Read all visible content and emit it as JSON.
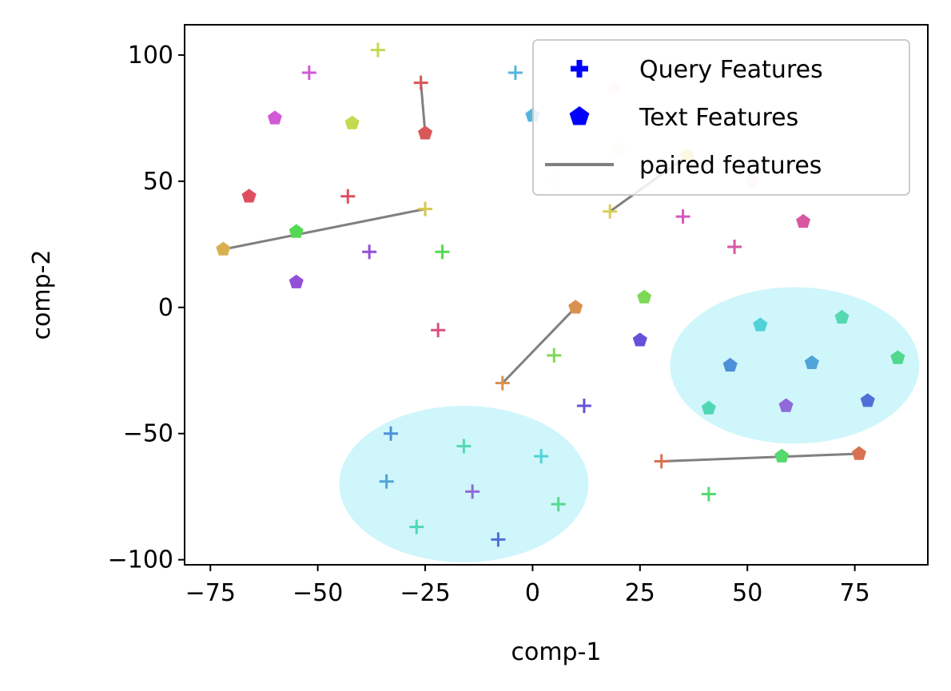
{
  "chart_data": {
    "type": "scatter",
    "xlabel": "comp-1",
    "ylabel": "comp-2",
    "xlim": [
      -81,
      92
    ],
    "ylim": [
      -102,
      112
    ],
    "xticks": [
      -75,
      -50,
      -25,
      0,
      25,
      50,
      75
    ],
    "yticks": [
      -100,
      -50,
      0,
      50,
      100
    ],
    "xtick_labels": [
      "−75",
      "−50",
      "−25",
      "0",
      "25",
      "50",
      "75"
    ],
    "ytick_labels": [
      "−100",
      "−50",
      "0",
      "50",
      "100"
    ],
    "grid": false,
    "legend_position": "top-right",
    "legend": [
      {
        "label": "Query Features",
        "marker": "plus",
        "color": "#0000ff"
      },
      {
        "label": "Text Features",
        "marker": "pentagon",
        "color": "#0000ff"
      },
      {
        "label": "paired features",
        "marker": "line",
        "color": "#808080"
      }
    ],
    "query_features": [
      {
        "x": -36,
        "y": 102,
        "color": "#c4d94f"
      },
      {
        "x": -52,
        "y": 93,
        "color": "#d159d6"
      },
      {
        "x": -26,
        "y": 89,
        "color": "#d85757"
      },
      {
        "x": -4,
        "y": 93,
        "color": "#55b6dd"
      },
      {
        "x": -43,
        "y": 44,
        "color": "#dd4f5e"
      },
      {
        "x": -25,
        "y": 39,
        "color": "#d8c64f"
      },
      {
        "x": -38,
        "y": 22,
        "color": "#9250d8"
      },
      {
        "x": -21,
        "y": 22,
        "color": "#55d954"
      },
      {
        "x": -22,
        "y": -9,
        "color": "#dc4f7b"
      },
      {
        "x": 5,
        "y": 50,
        "color": "#e9f7dd"
      },
      {
        "x": 18,
        "y": 38,
        "color": "#d8cd55"
      },
      {
        "x": 35,
        "y": 36,
        "color": "#d957c0"
      },
      {
        "x": 47,
        "y": 24,
        "color": "#d957a2"
      },
      {
        "x": 5,
        "y": -19,
        "color": "#7dd955"
      },
      {
        "x": -7,
        "y": -30,
        "color": "#d9914f"
      },
      {
        "x": 12,
        "y": -39,
        "color": "#6950d8"
      },
      {
        "x": 30,
        "y": -61,
        "color": "#d97150"
      },
      {
        "x": 41,
        "y": -74,
        "color": "#55d96f"
      },
      {
        "x": -33,
        "y": -50,
        "color": "#4f8ed8"
      },
      {
        "x": -34,
        "y": -69,
        "color": "#50a4d8"
      },
      {
        "x": -16,
        "y": -55,
        "color": "#55d9b0"
      },
      {
        "x": 2,
        "y": -59,
        "color": "#50d3d8"
      },
      {
        "x": -14,
        "y": -73,
        "color": "#8f6ad8"
      },
      {
        "x": 6,
        "y": -78,
        "color": "#55d98d"
      },
      {
        "x": -27,
        "y": -87,
        "color": "#50d8b5"
      },
      {
        "x": -8,
        "y": -92,
        "color": "#5070d8"
      }
    ],
    "text_features": [
      {
        "x": -60,
        "y": 75,
        "color": "#d159d6"
      },
      {
        "x": -42,
        "y": 73,
        "color": "#c4d94f"
      },
      {
        "x": -25,
        "y": 69,
        "color": "#d85757"
      },
      {
        "x": 0,
        "y": 76,
        "color": "#55b6dd"
      },
      {
        "x": 19,
        "y": 87,
        "color": "#f9dde9"
      },
      {
        "x": 20,
        "y": 63,
        "color": "#e9f7dd"
      },
      {
        "x": 36,
        "y": 60,
        "color": "#d8cd55"
      },
      {
        "x": 51,
        "y": 50,
        "color": "#f9dde9"
      },
      {
        "x": 63,
        "y": 34,
        "color": "#d957a2"
      },
      {
        "x": -66,
        "y": 44,
        "color": "#dd4f5e"
      },
      {
        "x": -72,
        "y": 23,
        "color": "#d9b04f"
      },
      {
        "x": -55,
        "y": 30,
        "color": "#55d954"
      },
      {
        "x": -55,
        "y": 10,
        "color": "#9250d8"
      },
      {
        "x": 10,
        "y": 0,
        "color": "#d9914f"
      },
      {
        "x": 26,
        "y": 4,
        "color": "#7dd955"
      },
      {
        "x": 25,
        "y": -13,
        "color": "#6950d8"
      },
      {
        "x": 53,
        "y": -7,
        "color": "#50d3d8"
      },
      {
        "x": 72,
        "y": -4,
        "color": "#55d9b0"
      },
      {
        "x": 85,
        "y": -20,
        "color": "#50d88d"
      },
      {
        "x": 46,
        "y": -23,
        "color": "#4f8ed8"
      },
      {
        "x": 65,
        "y": -22,
        "color": "#50a4d8"
      },
      {
        "x": 41,
        "y": -40,
        "color": "#50d8b5"
      },
      {
        "x": 59,
        "y": -39,
        "color": "#8f6ad8"
      },
      {
        "x": 78,
        "y": -37,
        "color": "#5070d8"
      },
      {
        "x": 58,
        "y": -59,
        "color": "#55d96f"
      },
      {
        "x": 76,
        "y": -58,
        "color": "#d97150"
      }
    ],
    "paired_lines": [
      {
        "x": [
          -26,
          -25
        ],
        "y": [
          89,
          69
        ]
      },
      {
        "x": [
          -72,
          -25
        ],
        "y": [
          23,
          39
        ]
      },
      {
        "x": [
          18,
          36
        ],
        "y": [
          38,
          60
        ]
      },
      {
        "x": [
          -7,
          10
        ],
        "y": [
          -30,
          0
        ]
      },
      {
        "x": [
          30,
          76
        ],
        "y": [
          -61,
          -58
        ]
      }
    ],
    "highlight_ellipses": [
      {
        "cx": -16,
        "cy": -70,
        "rx": 29,
        "ry": 31,
        "color": "#cff6fb"
      },
      {
        "cx": 61,
        "cy": -23,
        "rx": 29,
        "ry": 31,
        "color": "#cff6fb"
      }
    ]
  }
}
